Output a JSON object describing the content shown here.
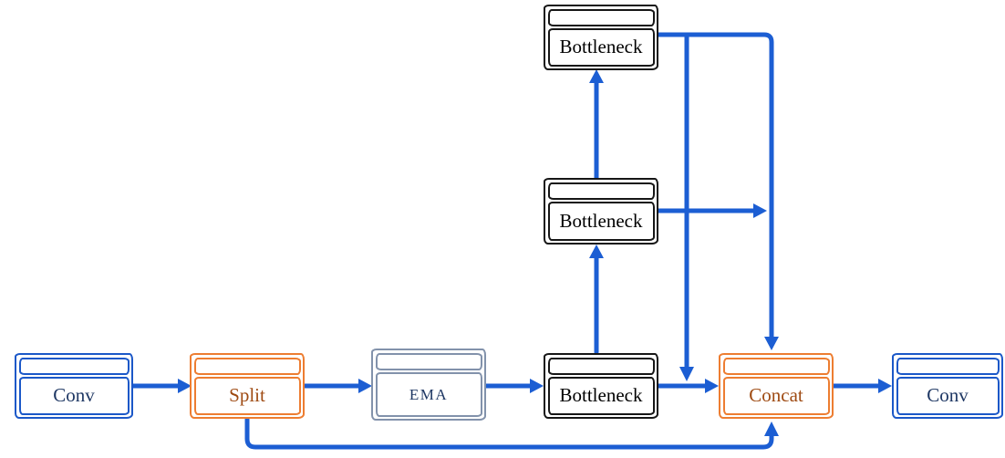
{
  "diagram": {
    "type": "block-diagram",
    "nodes": [
      {
        "id": "conv-in",
        "label": "Conv",
        "color": "blue"
      },
      {
        "id": "split",
        "label": "Split",
        "color": "orange"
      },
      {
        "id": "ema",
        "label": "EMA",
        "color": "slate"
      },
      {
        "id": "bottleneck-1",
        "label": "Bottleneck",
        "color": "black"
      },
      {
        "id": "concat",
        "label": "Concat",
        "color": "orange"
      },
      {
        "id": "conv-out",
        "label": "Conv",
        "color": "blue"
      },
      {
        "id": "bottleneck-2",
        "label": "Bottleneck",
        "color": "black"
      },
      {
        "id": "bottleneck-3",
        "label": "Bottleneck",
        "color": "black"
      }
    ],
    "edges": [
      {
        "from": "conv-in",
        "to": "split"
      },
      {
        "from": "split",
        "to": "ema"
      },
      {
        "from": "ema",
        "to": "bottleneck-1"
      },
      {
        "from": "bottleneck-1",
        "to": "bottleneck-2"
      },
      {
        "from": "bottleneck-2",
        "to": "bottleneck-3"
      },
      {
        "from": "bottleneck-1",
        "to": "concat"
      },
      {
        "from": "bottleneck-2",
        "to": "concat"
      },
      {
        "from": "bottleneck-3",
        "to": "concat"
      },
      {
        "from": "split",
        "to": "concat",
        "kind": "shortcut"
      },
      {
        "from": "concat",
        "to": "conv-out"
      }
    ]
  },
  "colors": {
    "arrow": "#1c5ed3",
    "blue": "#1b58c8",
    "orange": "#ed7d31",
    "slate": "#8292ab",
    "black": "#161616",
    "navy": "#1f3864",
    "brown": "#9e4a12",
    "bg": "#ffffff"
  }
}
